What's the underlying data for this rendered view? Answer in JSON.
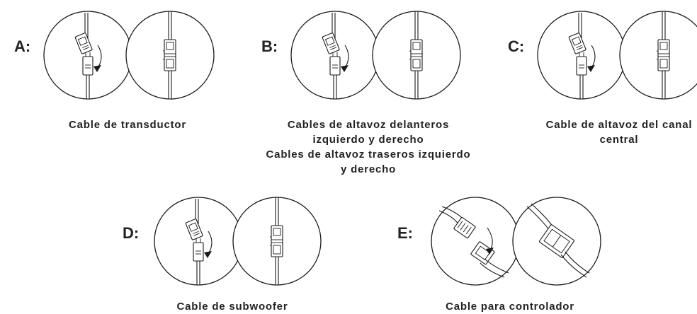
{
  "panels": {
    "a": {
      "letter": "A:",
      "caption": [
        "Cable de transductor"
      ]
    },
    "b": {
      "letter": "B:",
      "caption": [
        "Cables de altavoz delanteros",
        "izquierdo y derecho",
        "Cables de altavoz traseros izquierdo",
        "y derecho"
      ]
    },
    "c": {
      "letter": "C:",
      "caption": [
        "Cable de altavoz del canal",
        "central"
      ]
    },
    "d": {
      "letter": "D:",
      "caption": [
        "Cable de subwoofer"
      ]
    },
    "e": {
      "letter": "E:",
      "caption": [
        "Cable para controlador"
      ]
    }
  },
  "icons": {
    "straight_connector": "vertical-cable-connector-icon",
    "ribbon_connector": "ribbon-cable-connector-icon",
    "insert_arrow": "curved-arrow-icon"
  }
}
